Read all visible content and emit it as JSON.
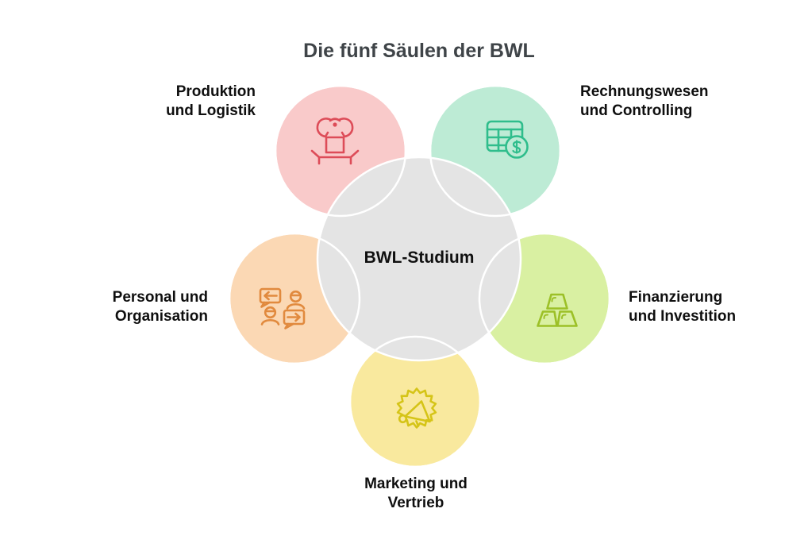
{
  "title": {
    "text": "Die fünf Säulen der BWL",
    "color": "#3f4448"
  },
  "center": {
    "label": "BWL-Studium",
    "circle_color": "#e4e4e4",
    "outline_color": "#ffffff",
    "text_color": "#101010"
  },
  "pillars": [
    {
      "id": "produktion-logistik",
      "label_line1": "Produktion",
      "label_line2": "und Logistik",
      "icon": "robot-gripper-icon",
      "circle_color": "#f9caca",
      "icon_color": "#dd4c58"
    },
    {
      "id": "rechnungswesen-controlling",
      "label_line1": "Rechnungswesen",
      "label_line2": "und Controlling",
      "icon": "spreadsheet-dollar-icon",
      "circle_color": "#bdebd5",
      "icon_color": "#2fbd8c"
    },
    {
      "id": "personal-organisation",
      "label_line1": "Personal und",
      "label_line2": "Organisation",
      "icon": "chat-people-icon",
      "circle_color": "#fbd8b4",
      "icon_color": "#e18a3e"
    },
    {
      "id": "finanzierung-investition",
      "label_line1": "Finanzierung",
      "label_line2": "und Investition",
      "icon": "gold-bars-icon",
      "circle_color": "#d9f0a2",
      "icon_color": "#9cc027"
    },
    {
      "id": "marketing-vertrieb",
      "label_line1": "Marketing und",
      "label_line2": "Vertrieb",
      "icon": "megaphone-burst-icon",
      "circle_color": "#f9e99e",
      "icon_color": "#d5c417"
    }
  ],
  "background_color": "#ffffff"
}
